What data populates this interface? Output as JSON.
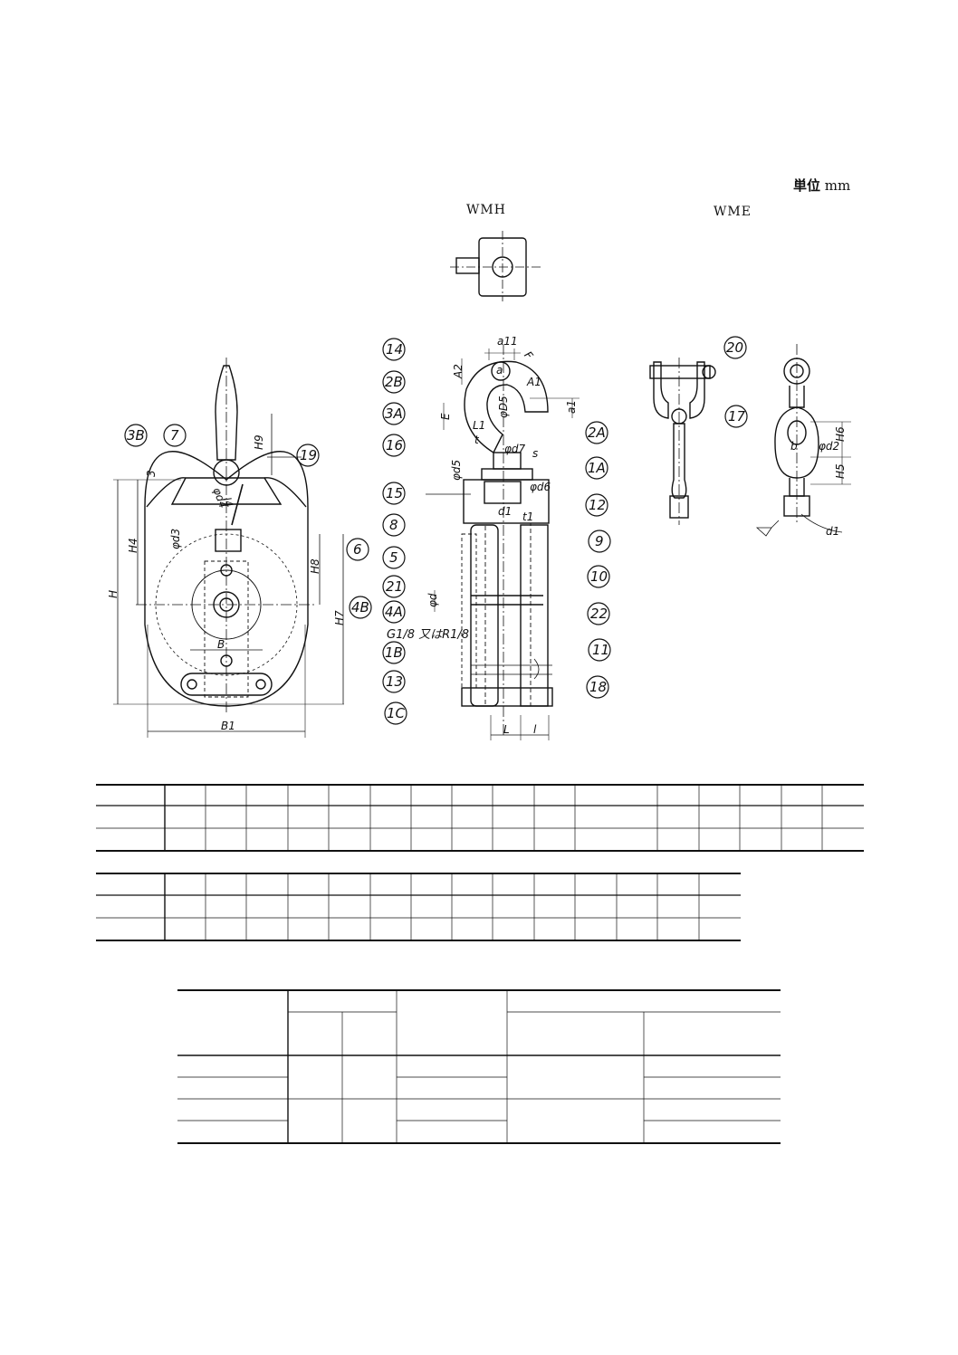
{
  "header": {
    "unit_label": "単位",
    "unit_value": "mm",
    "wmh_label": "WMH",
    "wme_label": "WME"
  },
  "drawing": {
    "left_callouts": [
      "3B",
      "7",
      "19",
      "6",
      "4B"
    ],
    "left_dims": [
      "H9",
      "3",
      "H4",
      "H",
      "φd3",
      "H8",
      "H7",
      "B",
      "B1",
      "φd4",
      "l4"
    ],
    "center_callouts": [
      "14",
      "2B",
      "3A",
      "16",
      "15",
      "8",
      "5",
      "21",
      "4A",
      "1B",
      "13",
      "1C",
      "2A",
      "1A",
      "12",
      "9",
      "10",
      "22",
      "11",
      "18"
    ],
    "center_dims": [
      "a11",
      "a",
      "A2",
      "A1",
      "F",
      "E",
      "a1",
      "φD5",
      "L1",
      "t",
      "φd7",
      "φd6",
      "φd5",
      "d1",
      "φd",
      "L",
      "l",
      "t1",
      "s"
    ],
    "center_note": "G1/8 又はR1/8",
    "right_callouts": [
      "20",
      "17"
    ],
    "right_dims": [
      "b",
      "φd2",
      "H6",
      "H5",
      "d1"
    ]
  }
}
